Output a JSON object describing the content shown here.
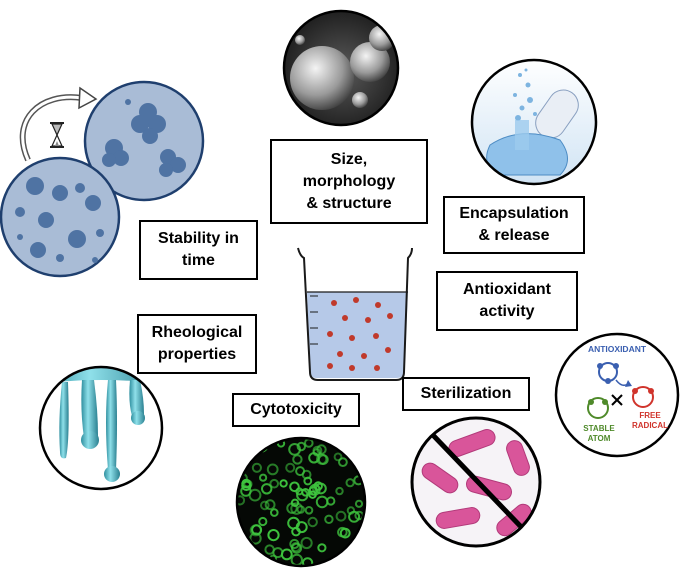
{
  "labels": {
    "size_morphology": [
      "Size,",
      "morphology",
      "& structure"
    ],
    "encapsulation": [
      "Encapsulation",
      "& release"
    ],
    "stability": [
      "Stability in",
      "time"
    ],
    "antioxidant": [
      "Antioxidant",
      "activity"
    ],
    "rheological": [
      "Rheological",
      "properties"
    ],
    "cytotoxicity": [
      "Cytotoxicity"
    ],
    "sterilization": [
      "Sterilization"
    ]
  },
  "antioxidant_diagram": {
    "antioxidant": "ANTIOXIDANT",
    "free": "FREE",
    "radical": "RADICAL",
    "stable": "STABLE",
    "atom": "ATOM"
  },
  "colors": {
    "droplet_fill": "#a9bcd6",
    "droplet_dot": "#4f73a3",
    "beaker_liquid": "#b6c9e8",
    "particle_red": "#c0392b",
    "cyto_green": "#3ec43e",
    "bacteria_pink": "#d9559a",
    "drip_teal": "#4fb7c4",
    "antioxidant_blue": "#3a5fb0",
    "stable_green": "#4f8a2a",
    "radical_red": "#d0342c"
  }
}
